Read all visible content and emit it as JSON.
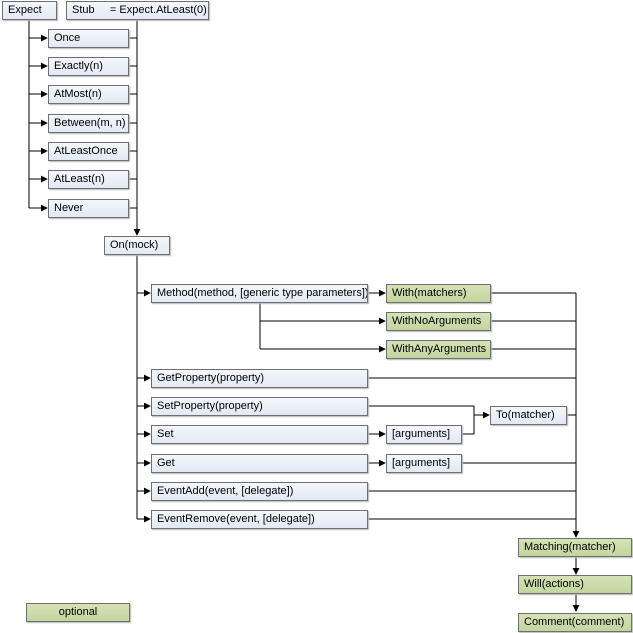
{
  "nodes": {
    "expect": "Expect",
    "stub": "Stub     = Expect.AtLeast(0)",
    "once": "Once",
    "exactly": "Exactly(n)",
    "atmost": "AtMost(n)",
    "between": "Between(m, n)",
    "atleastonce": "AtLeastOnce",
    "atleast": "AtLeast(n)",
    "never": "Never",
    "on": "On(mock)",
    "method": "Method(method, [generic type parameters])",
    "with": "With(matchers)",
    "withno": "WithNoArguments",
    "withany": "WithAnyArguments",
    "getprop": "GetProperty(property)",
    "setprop": "SetProperty(property)",
    "to": "To(matcher)",
    "set": "Set",
    "setargs": "[arguments]",
    "get": "Get",
    "getargs": "[arguments]",
    "eventadd": "EventAdd(event, [delegate])",
    "eventremove": "EventRemove(event, [delegate])",
    "matching": "Matching(matcher)",
    "will": "Will(actions)",
    "comment": "Comment(comment)"
  },
  "legend": {
    "optional": "optional"
  },
  "colors": {
    "box": "#e3e9f3",
    "optional": "#c3d59e",
    "border": "#6f6f6f",
    "line": "#000000"
  }
}
